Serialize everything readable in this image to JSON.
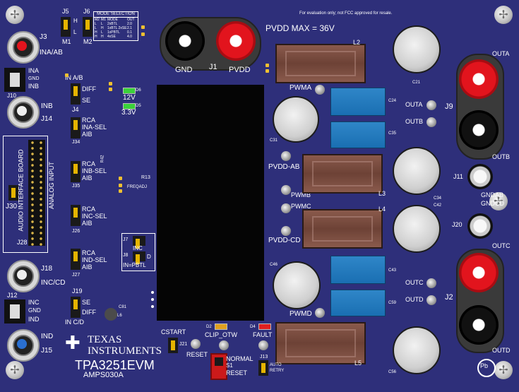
{
  "board_name": "TPA3251EVM",
  "board_id": "AMPS030A",
  "brand": {
    "line1": "TEXAS",
    "line2": "INSTRUMENTS"
  },
  "notice": "For evaluation only; not FCC approved for resale.",
  "pvdd_max": "PVDD MAX = 36V",
  "mode_table": {
    "title": "MODE SELECTION",
    "headers": [
      "M2",
      "M1",
      "MODE",
      "OUT"
    ],
    "rows": [
      [
        "L",
        "L",
        "2xBTL",
        "2.0"
      ],
      [
        "L",
        "H",
        "1xBTL 2xSE",
        "2.1"
      ],
      [
        "H",
        "L",
        "1xPBTL",
        "0.1"
      ],
      [
        "H",
        "H",
        "4xSE",
        "4.0"
      ]
    ]
  },
  "labels": {
    "j5": "J5",
    "j6": "J6",
    "m1": "M1",
    "m2": "M2",
    "h": "H",
    "l": "L",
    "j3": "J3",
    "ina_ab": "INA/AB",
    "ina": "INA",
    "gnd": "GND",
    "inb": "INB",
    "j10": "J10",
    "inb_big": "INB",
    "j14": "J14",
    "in_ab": "IN  A/B",
    "diff": "DIFF",
    "se": "SE",
    "j4": "J4",
    "v12": "12V",
    "v33": "3.3V",
    "d6": "D6",
    "d5": "D5",
    "rca": "RCA",
    "ina_sel": "INA-SEL",
    "aib": "AIB",
    "j34": "J34",
    "inb_sel": "INB-SEL",
    "j35": "J35",
    "r42": "R42",
    "r13": "R13",
    "freqadj": "FREQADJ",
    "audio_board": "AUDIO INTERFACE BOARD",
    "analog_input": "ANALOG INPUT",
    "j30": "J30",
    "j28": "J28",
    "inc_sel": "INC-SEL",
    "j26": "J26",
    "ind_sel": "IND-SEL",
    "j27": "J27",
    "j7": "J7",
    "j8": "J8",
    "inc_lbl": "INC",
    "d_lbl": "D",
    "in_pbtl": "IN=PBTL",
    "j18": "J18",
    "inc_cd": "INC/CD",
    "j12": "J12",
    "inc": "INC",
    "ind": "IND",
    "j19": "J19",
    "in_cd": "IN  C/D",
    "c81": "C81",
    "l6": "L6",
    "j15": "J15",
    "ind_big": "IND",
    "gnd_top": "GND",
    "j1": "J1",
    "pvdd": "PVDD",
    "l2": "L2",
    "c21": "C21",
    "pwma": "PWMA",
    "c24": "C24",
    "c35": "C35",
    "outa_tp": "OUTA",
    "outb_tp": "OUTB",
    "c31": "C31",
    "pvdd_ab": "PVDD-AB",
    "pwmb": "PWMB",
    "l3": "L3",
    "c34": "C34",
    "c42": "C42",
    "pwmc": "PWMC",
    "l4": "L4",
    "pvdd_cd": "PVDD-CD",
    "c46": "C46",
    "c43": "C43",
    "c59": "C59",
    "outc_tp": "OUTC",
    "outd_tp": "OUTD",
    "pwmd": "PWMD",
    "l5": "L5",
    "c56": "C56",
    "outa": "OUTA",
    "j9": "J9",
    "outb": "OUTB",
    "j11": "J11",
    "gndab": "GNDAB",
    "gndcd": "GNDCD",
    "j20": "J20",
    "outc": "OUTC",
    "j2": "J2",
    "outd": "OUTD",
    "cstart": "CSTART",
    "j21": "J21",
    "reset_tp": "RESET",
    "d2": "D2",
    "clip_otw": "CLIP_OTW",
    "d4": "D4",
    "fault": "FAULT",
    "normal": "NORMAL",
    "s1": "S1",
    "reset_sw": "RESET",
    "j13": "J13",
    "auto_retry_1": "AUTO",
    "auto_retry_2": "RETRY",
    "pb": "Pb"
  },
  "colors": {
    "pcb": "#2e2f7a",
    "inductor": "#6d4236",
    "cap_blue": "#1a6fb2",
    "post_red": "#e2141d"
  }
}
